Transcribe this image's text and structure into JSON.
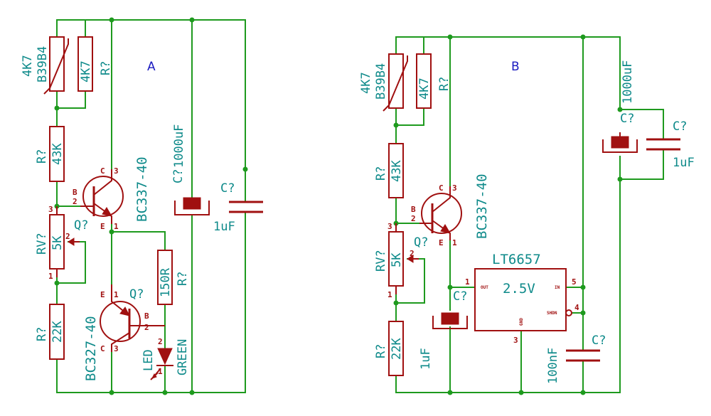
{
  "circuit_a": {
    "title": "A",
    "thermistor": {
      "value": "4K7",
      "part": "B39B4"
    },
    "r_top": {
      "ref": "R?",
      "value": "4K7"
    },
    "r_43k": {
      "ref": "R?",
      "value": "43K"
    },
    "pot": {
      "ref": "RV?",
      "value": "5K",
      "pin_top": "3",
      "pin_wiper": "2",
      "pin_bottom": "1"
    },
    "r_22k": {
      "ref": "R?",
      "value": "22K"
    },
    "q1": {
      "ref": "Q?",
      "part": "BC337-40",
      "pin_c": "C",
      "pin_c_num": "3",
      "pin_b": "B",
      "pin_b_num": "2",
      "pin_e": "E",
      "pin_e_num": "1"
    },
    "q2": {
      "ref": "Q?",
      "part": "BC327-40",
      "pin_e": "E",
      "pin_e_num": "1",
      "pin_b": "B",
      "pin_b_num": "2",
      "pin_c": "C",
      "pin_c_num": "3"
    },
    "r_150": {
      "ref": "R?",
      "value": "150R"
    },
    "led": {
      "label": "LED",
      "color": "GREEN",
      "pin_top": "2",
      "pin_bottom": "1"
    },
    "c_bulk": {
      "ref": "C?",
      "value": "1000uF"
    },
    "c_small": {
      "ref": "C?",
      "value": "1uF"
    }
  },
  "circuit_b": {
    "title": "B",
    "thermistor": {
      "value": "4K7",
      "part": "B39B4"
    },
    "r_top": {
      "ref": "R?",
      "value": "4K7"
    },
    "r_43k": {
      "ref": "R?",
      "value": "43K"
    },
    "pot": {
      "ref": "RV?",
      "value": "5K",
      "pin_top": "3",
      "pin_wiper": "2",
      "pin_bottom": "1"
    },
    "r_22k": {
      "ref": "R?",
      "value": "22K"
    },
    "q1": {
      "ref": "Q?",
      "part": "BC337-40",
      "pin_c": "C",
      "pin_c_num": "3",
      "pin_b": "B",
      "pin_b_num": "2",
      "pin_e": "E",
      "pin_e_num": "1"
    },
    "regulator": {
      "part": "LT6657",
      "voltage": "2.5V",
      "pin_out": "OUT",
      "pin_out_num": "1",
      "pin_in": "IN",
      "pin_in_num": "5",
      "pin_shdn": "SHDN",
      "pin_shdn_num": "4",
      "pin_gnd": "GND",
      "pin_gnd_num": "3"
    },
    "c_out": {
      "ref": "C?",
      "value": "1uF"
    },
    "c_in": {
      "ref": "C?",
      "value": "100nF"
    },
    "c_bulk": {
      "ref": "C?",
      "value": "1000uF"
    },
    "c_small": {
      "ref": "C?",
      "value": "1uF"
    }
  },
  "colors": {
    "wire": "#1e9a1e",
    "component": "#a01010",
    "label": "#0e8a8a",
    "title": "#1a1ac0"
  }
}
